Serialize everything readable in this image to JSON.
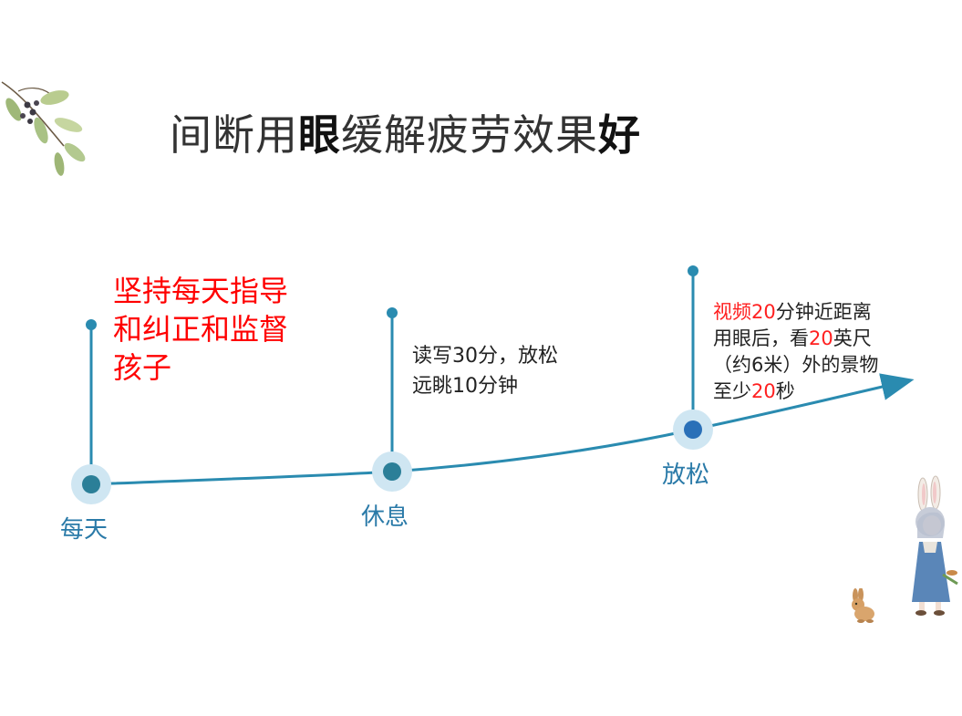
{
  "title": {
    "parts": [
      {
        "text": "间断用",
        "bold": false
      },
      {
        "text": "眼",
        "bold": true
      },
      {
        "text": "缓解疲劳效果",
        "bold": false
      },
      {
        "text": "好",
        "bold": true
      }
    ]
  },
  "nodes": [
    {
      "label": "每天"
    },
    {
      "label": "休息"
    },
    {
      "label": "放松"
    }
  ],
  "notes": {
    "daily": {
      "lines": [
        "坚持每天指导",
        "和纠正和监督",
        "孩子"
      ]
    },
    "rest": {
      "lines": [
        "读写30分，放松",
        "远眺10分钟"
      ]
    },
    "relax": {
      "lines": [
        [
          {
            "t": "视频",
            "red": true
          },
          {
            "t": "20",
            "red": true
          },
          {
            "t": "分钟近距离",
            "red": false
          }
        ],
        [
          {
            "t": "用眼后，看",
            "red": false
          },
          {
            "t": "20",
            "red": true
          },
          {
            "t": "英尺",
            "red": false
          }
        ],
        [
          {
            "t": "（约6米）外的景物",
            "red": false
          }
        ],
        [
          {
            "t": "至少",
            "red": false
          },
          {
            "t": "20",
            "red": true
          },
          {
            "t": "秒",
            "red": false
          }
        ]
      ]
    }
  },
  "colors": {
    "line": "#2a8bb0",
    "node_outer": "#cfe6f2",
    "node_inner": "#2a8bb0",
    "text_red": "#ff0000",
    "label": "#2a7aa8"
  },
  "decorations": [
    "leaf-branch-icon",
    "girl-with-bunny-ears-illustration",
    "rabbit-icon"
  ]
}
